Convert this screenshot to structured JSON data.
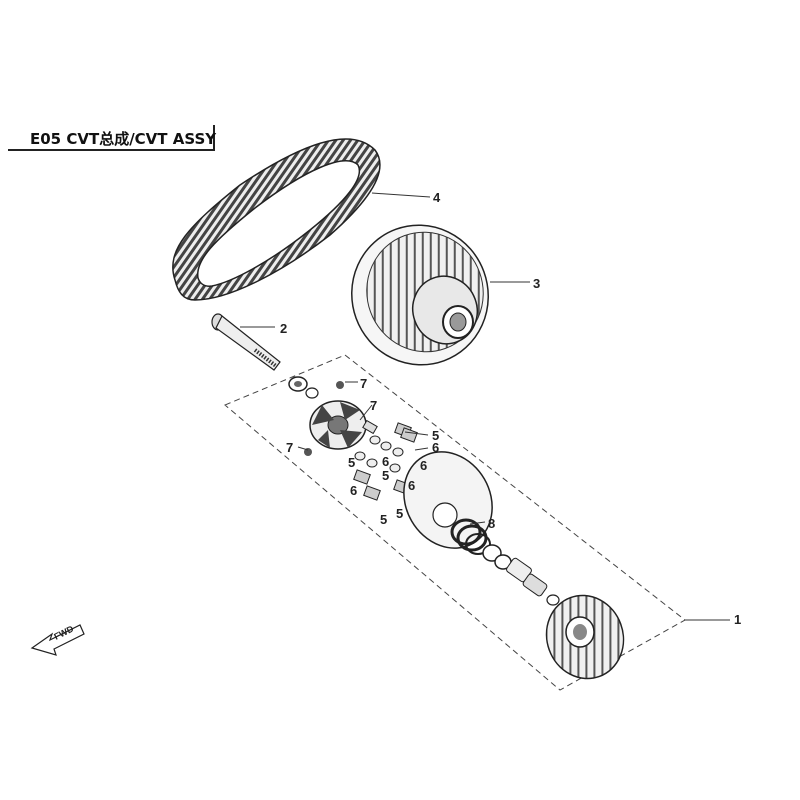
{
  "title": "E05 CVT总成/CVT ASSY",
  "direction_label": "FWD",
  "callouts": {
    "c1": "1",
    "c2": "2",
    "c3": "3",
    "c4": "4",
    "c5a": "5",
    "c5b": "5",
    "c5c": "5",
    "c5d": "5",
    "c5e": "5",
    "c6a": "6",
    "c6b": "6",
    "c6c": "6",
    "c6d": "6",
    "c6e": "6",
    "c7a": "7",
    "c7b": "7",
    "c7c": "7",
    "c8": "8"
  },
  "colors": {
    "line": "#222222",
    "part_fill": "#f2f2f2",
    "part_dark": "#555555"
  }
}
